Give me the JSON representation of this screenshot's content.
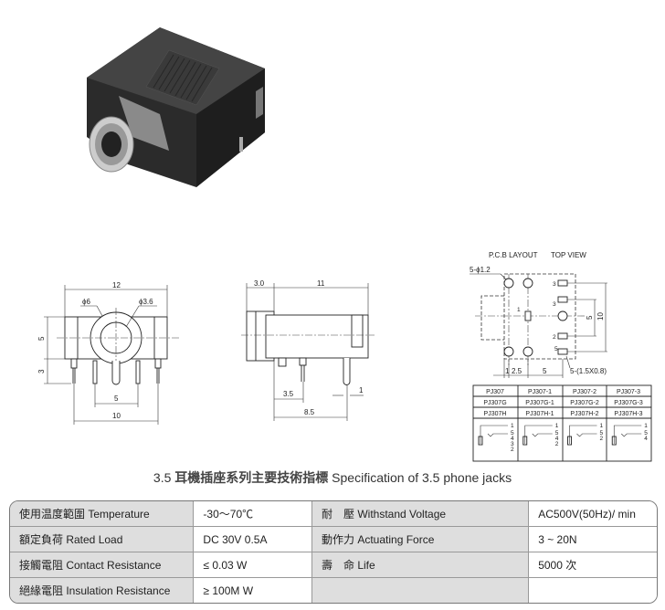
{
  "front_view": {
    "width": "12",
    "hole_outer": "ϕ6",
    "hole_inner": "ϕ3.6",
    "height": "5",
    "pin_length": "3",
    "pin_pitch": "5",
    "pin_span": "10"
  },
  "side_view": {
    "flange": "3.0",
    "body_length": "11",
    "pin_offset": "3.5",
    "pin_span": "8.5",
    "pin_width": "1"
  },
  "pcb": {
    "title": "P.C.B LAYOUT",
    "view": "TOP VIEW",
    "hole_spec": "5-ϕ1.2",
    "pad_spec": "5-(1.5X0.8)",
    "dim_10": "10",
    "dim_5": "5",
    "dim_1": "1",
    "dim_2_5": "2.5",
    "dim_5b": "5",
    "pin_labels": [
      "3",
      "3",
      "1",
      "2",
      "5"
    ]
  },
  "models": {
    "rows": [
      [
        "PJ307",
        "PJ307-1",
        "PJ307-2",
        "PJ307-3"
      ],
      [
        "PJ307G",
        "PJ307G-1",
        "PJ307G-2",
        "PJ307G-3"
      ],
      [
        "PJ307H",
        "PJ307H-1",
        "PJ307H-2",
        "PJ307H-3"
      ]
    ],
    "schematic_pins": [
      [
        "1",
        "5",
        "4",
        "3",
        "2"
      ],
      [
        "1",
        "5",
        "4",
        "2"
      ],
      [
        "1",
        "5",
        "2"
      ],
      [
        "1",
        "5",
        "4"
      ]
    ]
  },
  "section_title": {
    "number": "3.5",
    "cn": "耳機插座系列主要技術指標",
    "en": "Specification of 3.5 phone jacks"
  },
  "spec_table": [
    {
      "label": "使用温度範圍 Temperature",
      "value": "-30～70℃",
      "label2": "耐　壓 Withstand Voltage",
      "value2": "AC500V(50Hz)/ min"
    },
    {
      "label": "額定負荷 Rated Load",
      "value": "DC  30V  0.5A",
      "label2": "動作力 Actuating Force",
      "value2": "3 ~ 20N"
    },
    {
      "label": "接觸電阻 Contact Resistance",
      "value": "≤ 0.03 W",
      "label2": "壽　命 Life",
      "value2": "5000 次"
    },
    {
      "label": "絕緣電阻 Insulation Resistance",
      "value": "≥ 100M W",
      "label2": "",
      "value2": ""
    }
  ]
}
